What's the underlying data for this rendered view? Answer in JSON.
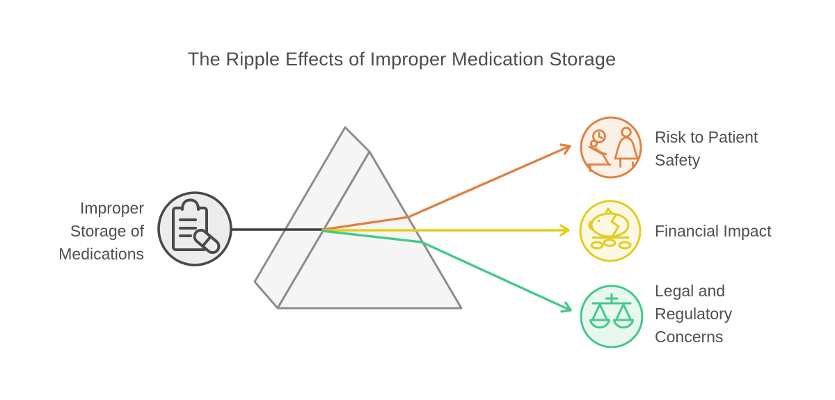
{
  "title": "The Ripple Effects of Improper Medication Storage",
  "source": {
    "label": "Improper Storage of Medications",
    "icon": "clipboard-pill-icon",
    "circle_stroke": "#4A4A4A",
    "circle_fill": "#ECECEC"
  },
  "prism": {
    "stroke": "#8D8D8D",
    "fill": "#F5F5F5"
  },
  "input_beam_color": "#3F3F3F",
  "text_color": "#4F4F4F",
  "outcomes": [
    {
      "label": "Risk to Patient Safety",
      "icon": "patient-care-clock-icon",
      "color": "#E08142",
      "fill": "#FCF1E6"
    },
    {
      "label": "Financial Impact",
      "icon": "broken-piggy-bank-icon",
      "color": "#E5CC1C",
      "fill": "#FBF9E3"
    },
    {
      "label": "Legal and Regulatory Concerns",
      "icon": "justice-scales-icon",
      "color": "#42C989",
      "fill": "#E8F8EF"
    }
  ]
}
